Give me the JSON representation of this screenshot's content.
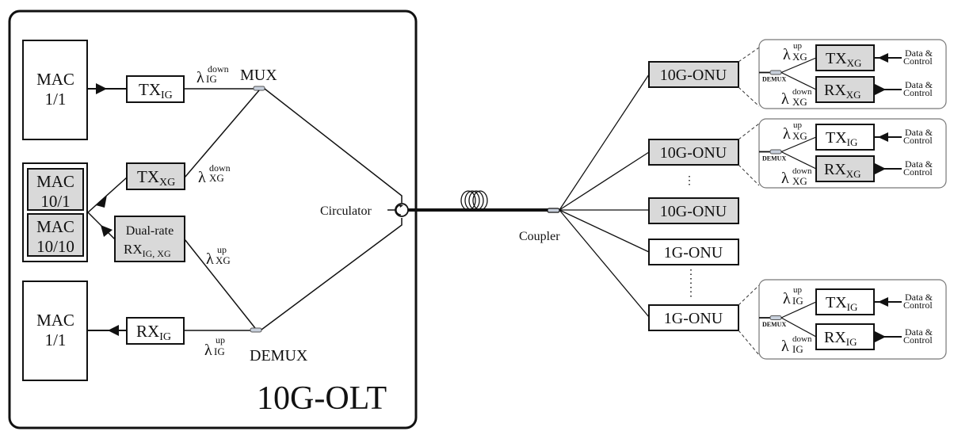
{
  "olt": {
    "title": "10G-OLT",
    "mac_top": {
      "line1": "MAC",
      "line2": "1/1"
    },
    "mac_10_1": {
      "line1": "MAC",
      "line2": "10/1"
    },
    "mac_10_10": {
      "line1": "MAC",
      "line2": "10/10"
    },
    "mac_bottom": {
      "line1": "MAC",
      "line2": "1/1"
    },
    "tx_ig": {
      "main": "TX",
      "sub": "IG"
    },
    "tx_xg": {
      "main": "TX",
      "sub": "XG"
    },
    "dual_rx": {
      "line1": "Dual-rate",
      "main": "RX",
      "sub": "IG, XG"
    },
    "rx_ig": {
      "main": "RX",
      "sub": "IG"
    },
    "mux_label": "MUX",
    "demux_label": "DEMUX",
    "circulator_label": "Circulator",
    "lambda_ig_down": {
      "sym": "λ",
      "sup": "down",
      "sub": "IG"
    },
    "lambda_xg_down": {
      "sym": "λ",
      "sup": "down",
      "sub": "XG"
    },
    "lambda_xg_up": {
      "sym": "λ",
      "sup": "up",
      "sub": "XG"
    },
    "lambda_ig_up": {
      "sym": "λ",
      "sup": "up",
      "sub": "IG"
    }
  },
  "network": {
    "coupler_label": "Coupler",
    "onus": [
      {
        "label": "10G-ONU",
        "type": "10G"
      },
      {
        "label": "10G-ONU",
        "type": "10G"
      },
      {
        "label": "10G-ONU",
        "type": "10G"
      },
      {
        "label": "1G-ONU",
        "type": "1G"
      },
      {
        "label": "1G-ONU",
        "type": "1G"
      }
    ],
    "ellipsis": "⋮"
  },
  "details": [
    {
      "demux_label": "DEMUX",
      "lambda_up": {
        "sym": "λ",
        "sup": "up",
        "sub": "XG"
      },
      "lambda_down": {
        "sym": "λ",
        "sup": "down",
        "sub": "XG"
      },
      "tx": {
        "main": "TX",
        "sub": "XG",
        "shaded": true
      },
      "rx": {
        "main": "RX",
        "sub": "XG",
        "shaded": true
      },
      "data_tx": {
        "line1": "Data &",
        "line2": "Control"
      },
      "data_rx": {
        "line1": "Data &",
        "line2": "Control"
      }
    },
    {
      "demux_label": "DEMUX",
      "lambda_up": {
        "sym": "λ",
        "sup": "up",
        "sub": "XG"
      },
      "lambda_down": {
        "sym": "λ",
        "sup": "down",
        "sub": "XG"
      },
      "tx": {
        "main": "TX",
        "sub": "IG",
        "shaded": false
      },
      "rx": {
        "main": "RX",
        "sub": "XG",
        "shaded": true
      },
      "data_tx": {
        "line1": "Data &",
        "line2": "Control"
      },
      "data_rx": {
        "line1": "Data &",
        "line2": "Control"
      }
    },
    {
      "demux_label": "DEMUX",
      "lambda_up": {
        "sym": "λ",
        "sup": "up",
        "sub": "IG"
      },
      "lambda_down": {
        "sym": "λ",
        "sup": "down",
        "sub": "IG"
      },
      "tx": {
        "main": "TX",
        "sub": "IG",
        "shaded": false
      },
      "rx": {
        "main": "RX",
        "sub": "IG",
        "shaded": false
      },
      "data_tx": {
        "line1": "Data &",
        "line2": "Control"
      },
      "data_rx": {
        "line1": "Data &",
        "line2": "Control"
      }
    }
  ],
  "colors": {
    "shaded_box": "#d9d9d9",
    "stroke": "#111111",
    "coupler_fill": "#c8d0dc"
  }
}
